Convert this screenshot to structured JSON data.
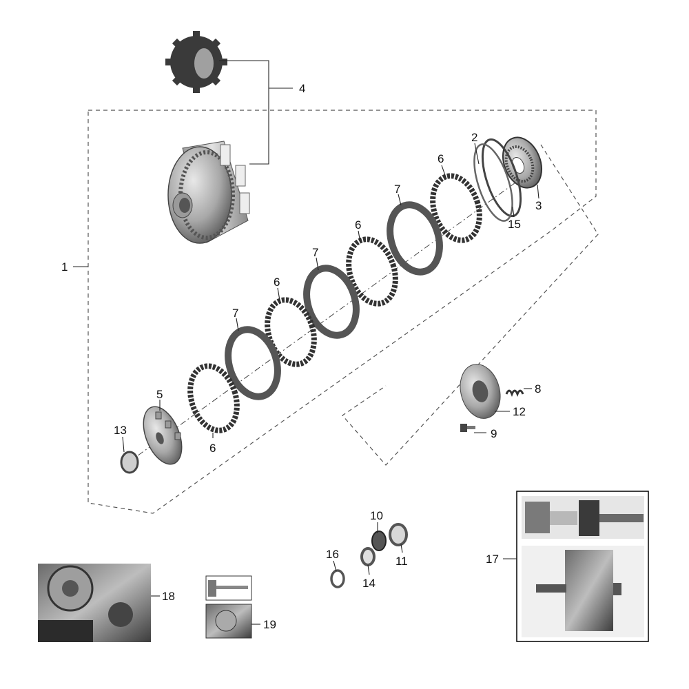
{
  "diagram": {
    "callouts": {
      "c1": "1",
      "c2": "2",
      "c3": "3",
      "c4": "4",
      "c5": "5",
      "c6a": "6",
      "c6b": "6",
      "c6c": "6",
      "c6d": "6",
      "c7a": "7",
      "c7b": "7",
      "c7c": "7",
      "c8": "8",
      "c9": "9",
      "c10": "10",
      "c11": "11",
      "c12": "12",
      "c13": "13",
      "c14": "14",
      "c15": "15",
      "c16": "16",
      "c17": "17",
      "c18": "18",
      "c19": "19"
    }
  },
  "colors": {
    "part_dark": "#3a3a3a",
    "part_mid": "#7a7a7a",
    "part_light": "#c8c8c8",
    "photo_bg": "#d9d9d9"
  }
}
